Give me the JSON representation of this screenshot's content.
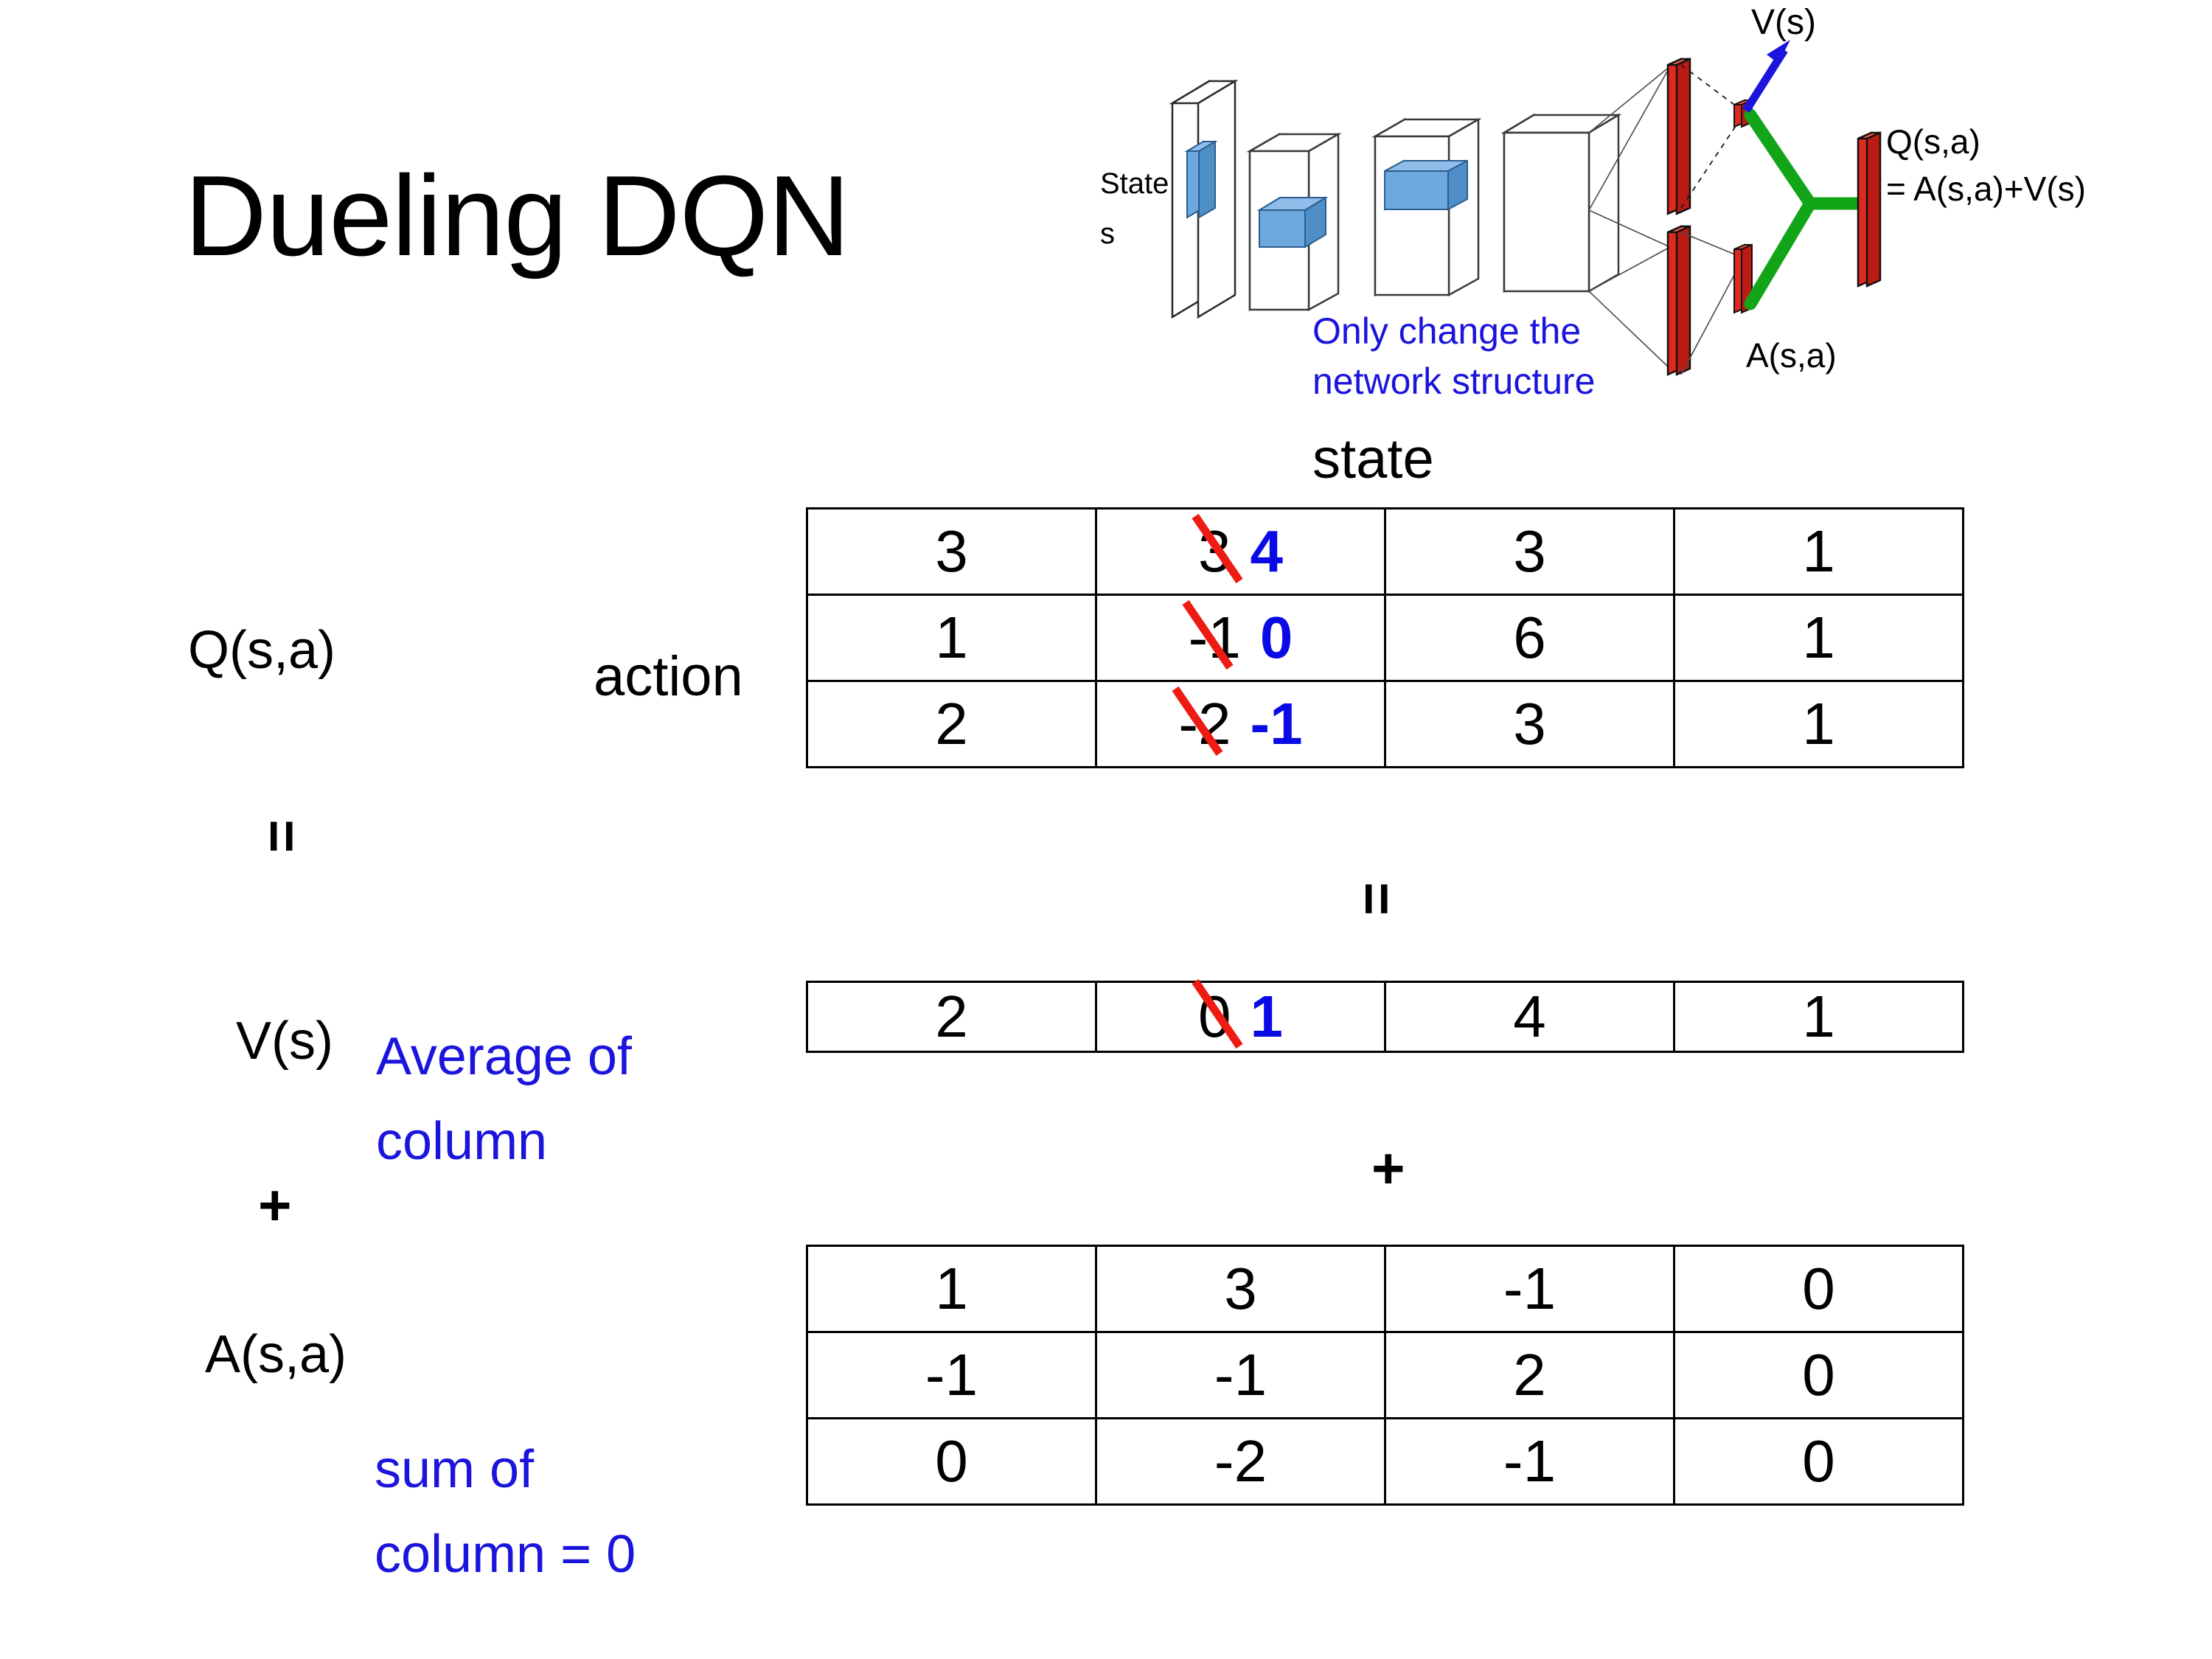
{
  "title": "Dueling DQN",
  "diagram": {
    "input_label_line1": "State",
    "input_label_line2": "s",
    "value_stream_label": "V(s)",
    "advantage_stream_label": "A(s,a)",
    "output_label_line1": "Q(s,a)",
    "output_label_line2": "= A(s,a)+V(s)",
    "note_line1": "Only change the",
    "note_line2": "network structure",
    "note_color": "#1a14dd",
    "stream_color": "#d42a20",
    "merge_color": "#13a518",
    "arrow_color": "#1a14dd",
    "conv_fill": "#6da9de"
  },
  "labels": {
    "column_header": "state",
    "row_header": "action",
    "q_label": "Q(s,a)",
    "v_label": "V(s)",
    "a_label": "A(s,a)",
    "equals_left": "=",
    "plus_left": "+",
    "equals_mid": "=",
    "plus_mid": "+",
    "v_note_line1": "Average of",
    "v_note_line2": "column",
    "a_note_line1": "sum of",
    "a_note_line2": "column = 0",
    "note_color": "#0a0ae6"
  },
  "q_table": {
    "name": "Q(s,a)",
    "rows": [
      [
        {
          "value": "3"
        },
        {
          "value": "3",
          "struck": true,
          "replacement": "4"
        },
        {
          "value": "3"
        },
        {
          "value": "1"
        }
      ],
      [
        {
          "value": "1"
        },
        {
          "value": "-1",
          "struck": true,
          "replacement": "0"
        },
        {
          "value": "6"
        },
        {
          "value": "1"
        }
      ],
      [
        {
          "value": "2"
        },
        {
          "value": "-2",
          "struck": true,
          "replacement": "-1"
        },
        {
          "value": "3"
        },
        {
          "value": "1"
        }
      ]
    ]
  },
  "v_table": {
    "name": "V(s)",
    "rows": [
      [
        {
          "value": "2"
        },
        {
          "value": "0",
          "struck": true,
          "replacement": "1"
        },
        {
          "value": "4"
        },
        {
          "value": "1"
        }
      ]
    ]
  },
  "a_table": {
    "name": "A(s,a)",
    "rows": [
      [
        {
          "value": "1"
        },
        {
          "value": "3"
        },
        {
          "value": "-1"
        },
        {
          "value": "0"
        }
      ],
      [
        {
          "value": "-1"
        },
        {
          "value": "-1"
        },
        {
          "value": "2"
        },
        {
          "value": "0"
        }
      ],
      [
        {
          "value": "0"
        },
        {
          "value": "-2"
        },
        {
          "value": "-1"
        },
        {
          "value": "0"
        }
      ]
    ]
  },
  "colors": {
    "strike": "#ee1b13",
    "new_value": "#0a0ae6",
    "note": "#0a0ae6",
    "text": "#000000"
  }
}
